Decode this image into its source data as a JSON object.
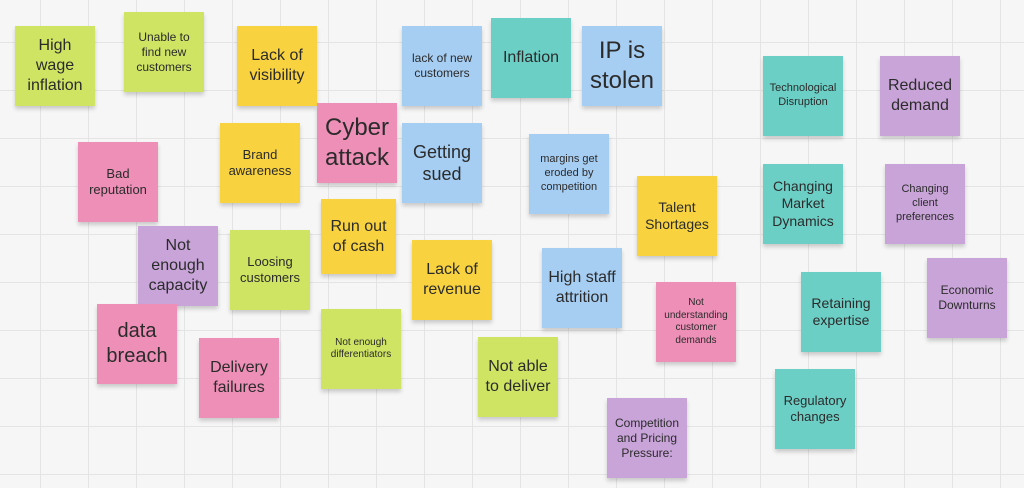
{
  "board": {
    "colors": {
      "lime": "#cfe463",
      "yellow": "#f8d33f",
      "pink": "#ee8fb7",
      "blue": "#a6cdf2",
      "teal": "#6ccfc6",
      "purple": "#c9a4d9"
    },
    "notes": [
      {
        "id": "high-wage-inflation",
        "text": "High wage inflation",
        "color": "lime"
      },
      {
        "id": "unable-to-find-new-customers",
        "text": "Unable to find new customers",
        "color": "lime"
      },
      {
        "id": "lack-of-visibility",
        "text": "Lack of visibility",
        "color": "yellow"
      },
      {
        "id": "lack-of-new-customers",
        "text": "lack of new customers",
        "color": "blue"
      },
      {
        "id": "inflation",
        "text": "Inflation",
        "color": "teal"
      },
      {
        "id": "ip-is-stolen",
        "text": "IP is stolen",
        "color": "blue"
      },
      {
        "id": "technological-disruption",
        "text": "Technological Disruption",
        "color": "teal"
      },
      {
        "id": "reduced-demand",
        "text": "Reduced demand",
        "color": "purple"
      },
      {
        "id": "bad-reputation",
        "text": "Bad reputation",
        "color": "pink"
      },
      {
        "id": "brand-awareness",
        "text": "Brand awareness",
        "color": "yellow"
      },
      {
        "id": "cyber-attack",
        "text": "Cyber attack",
        "color": "pink"
      },
      {
        "id": "getting-sued",
        "text": "Getting sued",
        "color": "blue"
      },
      {
        "id": "margins-get-eroded-by-competition",
        "text": "margins get eroded by competition",
        "color": "blue"
      },
      {
        "id": "talent-shortages",
        "text": "Talent Shortages",
        "color": "yellow"
      },
      {
        "id": "changing-market-dynamics",
        "text": "Changing Market Dynamics",
        "color": "teal"
      },
      {
        "id": "changing-client-preferences",
        "text": "Changing client preferences",
        "color": "purple"
      },
      {
        "id": "not-enough-capacity",
        "text": "Not enough capacity",
        "color": "purple"
      },
      {
        "id": "loosing-customers",
        "text": "Loosing customers",
        "color": "lime"
      },
      {
        "id": "run-out-of-cash",
        "text": "Run out of cash",
        "color": "yellow"
      },
      {
        "id": "lack-of-revenue",
        "text": "Lack of revenue",
        "color": "yellow"
      },
      {
        "id": "high-staff-attrition",
        "text": "High staff attrition",
        "color": "blue"
      },
      {
        "id": "economic-downturns",
        "text": "Economic Downturns",
        "color": "purple"
      },
      {
        "id": "retaining-expertise",
        "text": "Retaining expertise",
        "color": "teal"
      },
      {
        "id": "not-understanding-customer-demands",
        "text": "Not understanding customer demands",
        "color": "pink"
      },
      {
        "id": "data-breach",
        "text": "data breach",
        "color": "pink"
      },
      {
        "id": "not-enough-differentiators",
        "text": "Not enough differentiators",
        "color": "lime"
      },
      {
        "id": "delivery-failures",
        "text": "Delivery failures",
        "color": "pink"
      },
      {
        "id": "not-able-to-deliver",
        "text": "Not able to deliver",
        "color": "lime"
      },
      {
        "id": "regulatory-changes",
        "text": "Regulatory changes",
        "color": "teal"
      },
      {
        "id": "competition-and-pricing-pressure",
        "text": "Competition and Pricing Pressure:",
        "color": "purple"
      }
    ]
  }
}
